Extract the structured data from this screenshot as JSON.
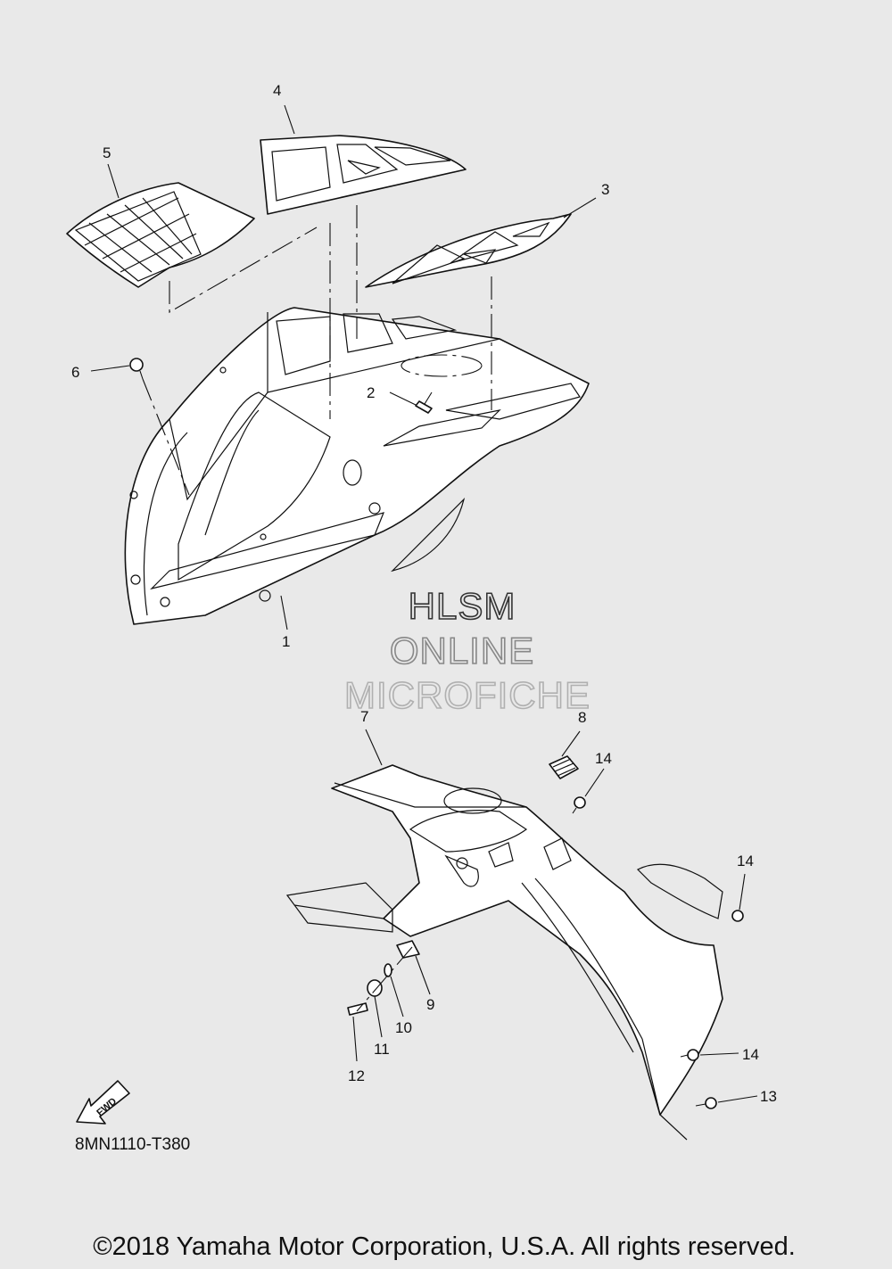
{
  "callouts": {
    "c1": "1",
    "c2": "2",
    "c3": "3",
    "c4": "4",
    "c5": "5",
    "c6": "6",
    "c7": "7",
    "c8": "8",
    "c9": "9",
    "c10": "10",
    "c11": "11",
    "c12": "12",
    "c13": "13",
    "c14a": "14",
    "c14b": "14",
    "c14c": "14"
  },
  "watermark": {
    "line1": "HLSM",
    "line2": "ONLINE",
    "line3": "MICROFICHE"
  },
  "fwd_label": "FWD",
  "diagram_code": "8MN1110-T380",
  "copyright": "©2018 Yamaha Motor Corporation, U.S.A. All rights reserved.",
  "colors": {
    "background": "#e9e9e9",
    "line": "#111111",
    "watermark_dark": "#333333",
    "watermark_mid": "#888888",
    "watermark_light": "#b0b0b0"
  }
}
